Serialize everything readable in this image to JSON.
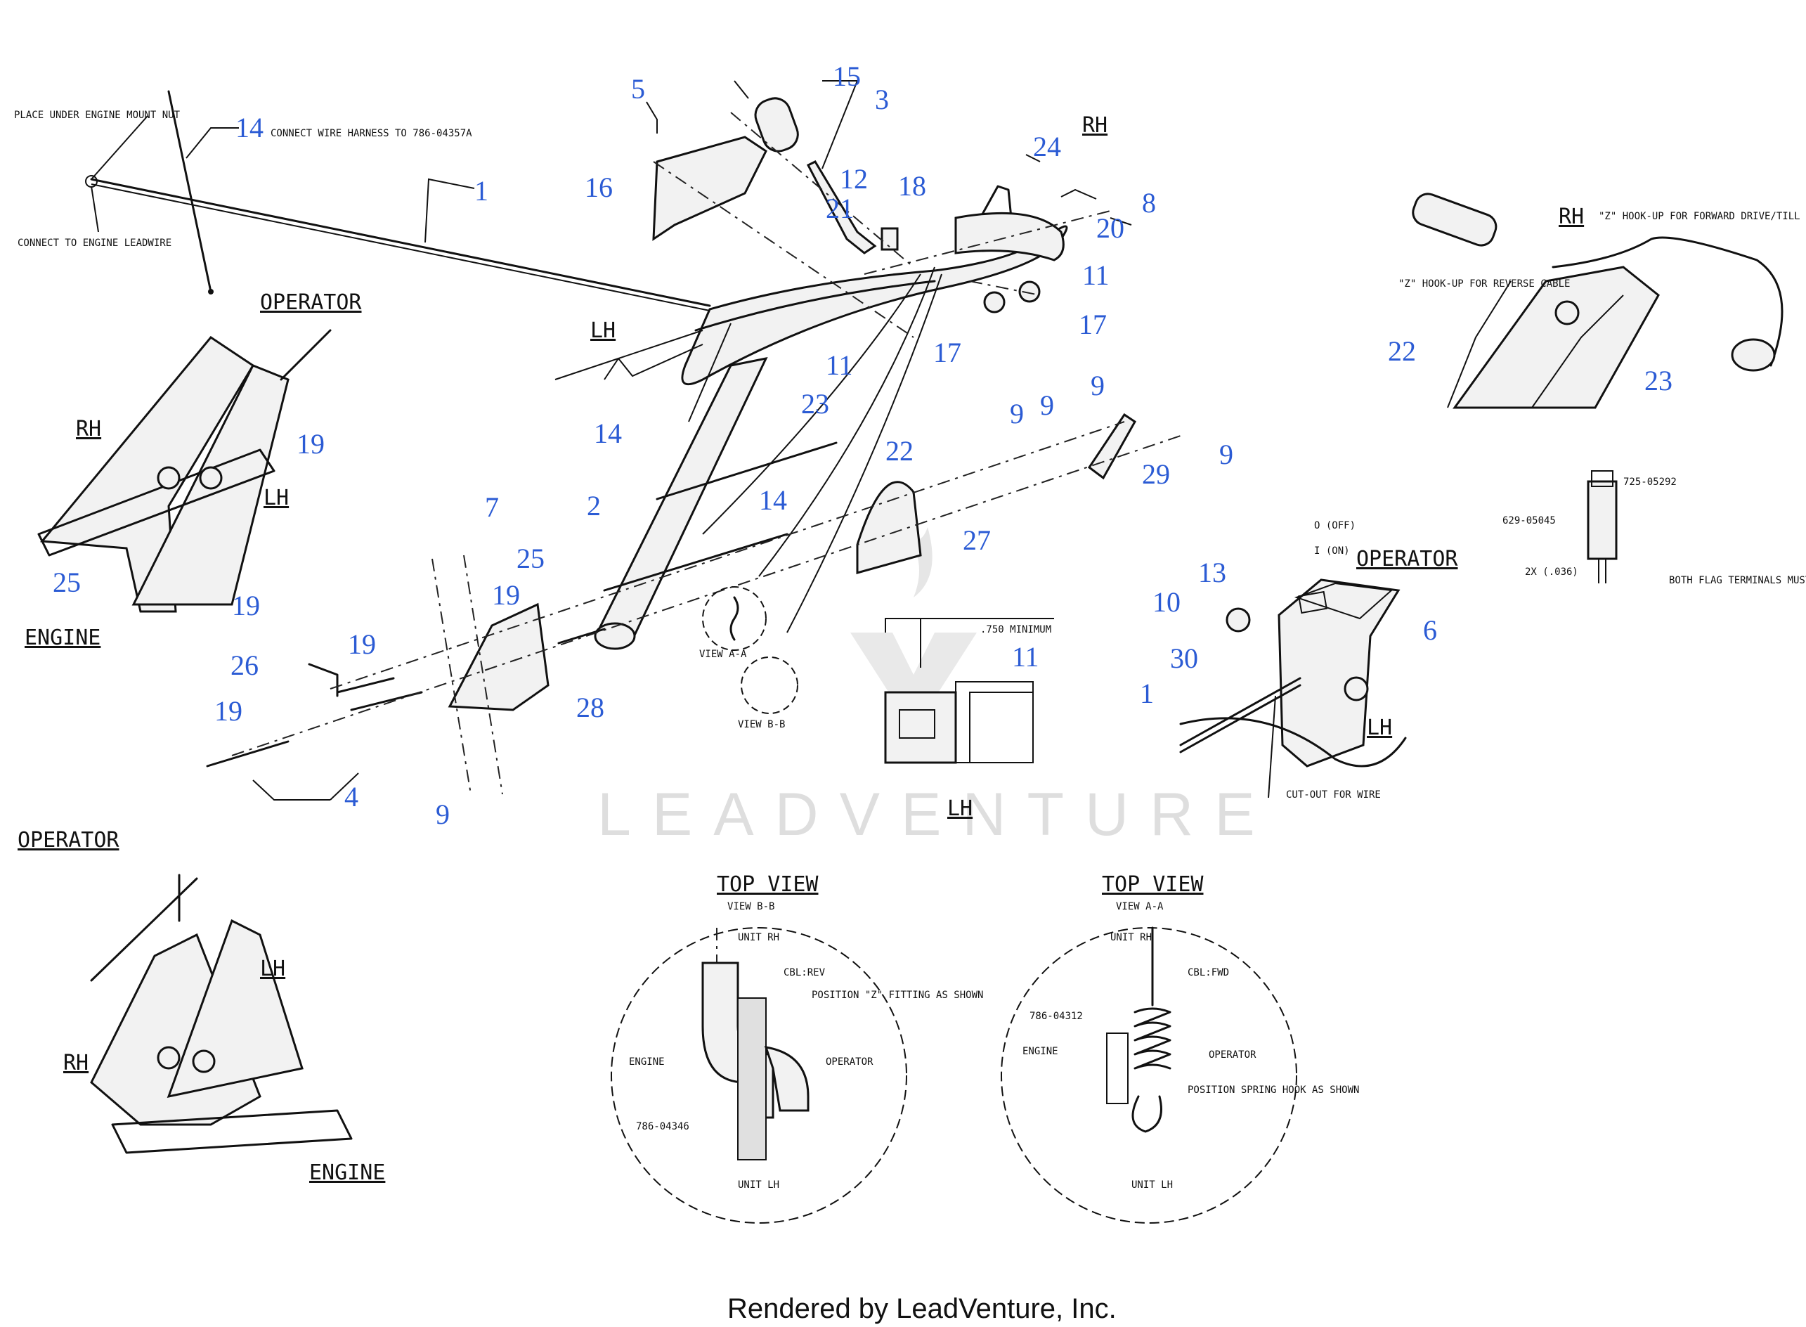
{
  "footer": "Rendered by LeadVenture, Inc.",
  "watermark": "LEADVENTURE",
  "callouts": [
    "1",
    "1",
    "2",
    "3",
    "4",
    "5",
    "6",
    "7",
    "8",
    "9",
    "9",
    "9",
    "9",
    "9",
    "10",
    "11",
    "11",
    "11",
    "12",
    "13",
    "14",
    "14",
    "14",
    "15",
    "16",
    "17",
    "17",
    "18",
    "19",
    "19",
    "19",
    "19",
    "19",
    "20",
    "21",
    "22",
    "22",
    "23",
    "23",
    "24",
    "25",
    "25",
    "26",
    "27",
    "28",
    "29",
    "30"
  ],
  "orientation": {
    "rh": "RH",
    "lh": "LH",
    "operator": "OPERATOR",
    "engine": "ENGINE"
  },
  "notes": {
    "place_under": "PLACE UNDER ENGINE MOUNT NUT",
    "connect_harness": "CONNECT WIRE HARNESS TO 786-04357A",
    "connect_engine": "CONNECT TO ENGINE LEADWIRE",
    "view_a": "VIEW A-A",
    "view_b": "VIEW B-B",
    "min_750": ".750 MINIMUM",
    "off": "O (OFF)",
    "on": "I (ON)",
    "cutout": "CUT-OUT FOR WIRE",
    "z_forward": "\"Z\" HOOK-UP FOR FORWARD DRIVE/TILL CABLE",
    "z_reverse": "\"Z\" HOOK-UP FOR REVERSE CABLE",
    "pn_725": "725-05292",
    "pn_629": "629-05045",
    "two_x": "2X (.036)",
    "flag_note": "BOTH FLAG TERMINALS MUST BE ASSEMBLED TO THE SWITCH AS SHOWN."
  },
  "top_view_b": {
    "title": "TOP VIEW",
    "sub": "VIEW B-B",
    "unit_rh": "UNIT RH",
    "cbl": "CBL:REV",
    "position": "POSITION \"Z\" FITTING AS SHOWN",
    "engine": "ENGINE",
    "operator": "OPERATOR",
    "pn": "786-04346",
    "unit_lh": "UNIT LH"
  },
  "top_view_a": {
    "title": "TOP VIEW",
    "sub": "VIEW A-A",
    "unit_rh": "UNIT RH",
    "cbl": "CBL:FWD",
    "pn": "786-04312",
    "engine": "ENGINE",
    "operator": "OPERATOR",
    "position": "POSITION SPRING HOOK AS SHOWN",
    "unit_lh": "UNIT LH"
  }
}
